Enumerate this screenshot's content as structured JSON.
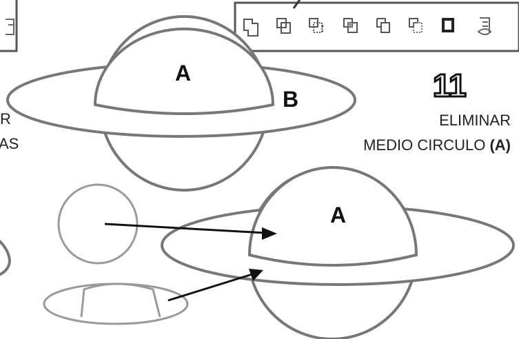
{
  "toolbar": {
    "buttons": [
      {
        "icon": "weld-icon"
      },
      {
        "icon": "trim-icon"
      },
      {
        "icon": "intersect-icon"
      },
      {
        "icon": "simplify-icon"
      },
      {
        "icon": "front-minus-back-icon"
      },
      {
        "icon": "back-minus-front-icon"
      },
      {
        "icon": "create-boundary-icon"
      },
      {
        "icon": "align-icon"
      }
    ]
  },
  "top_planet": {
    "sphere_label": "A",
    "ring_label": "B"
  },
  "bottom_planet": {
    "sphere_label": "A"
  },
  "step": {
    "number": "11",
    "instruction_line1": "ELIMINAR",
    "instruction_line2_prefix": "MEDIO CIRCULO ",
    "instruction_line2_bold": "(A)"
  },
  "left_partial_text": {
    "line1": "R",
    "line2": "AS"
  },
  "colors": {
    "outline": "#777777",
    "ink": "#111111",
    "toolbar_border": "#555555"
  }
}
